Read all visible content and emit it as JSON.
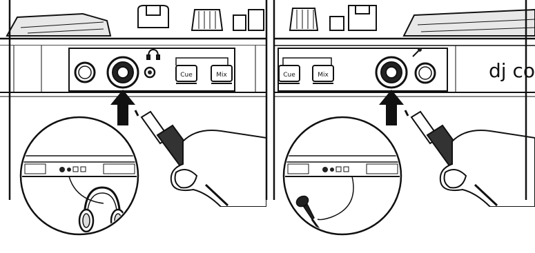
{
  "panels": [
    {
      "id": "headphones",
      "port_icon": "headphones-icon",
      "buttons": [
        {
          "label": "Cue"
        },
        {
          "label": "Mix"
        }
      ],
      "inset_device": "headphones"
    },
    {
      "id": "microphone",
      "port_icon": "microphone-icon",
      "buttons": [
        {
          "label": "Cue"
        },
        {
          "label": "Mix"
        }
      ],
      "inset_device": "microphone",
      "brand_text": "dj co"
    }
  ],
  "colors": {
    "line": "#111111",
    "fill": "#ffffff",
    "shade": "#d9d9d9",
    "dark": "#222222"
  }
}
